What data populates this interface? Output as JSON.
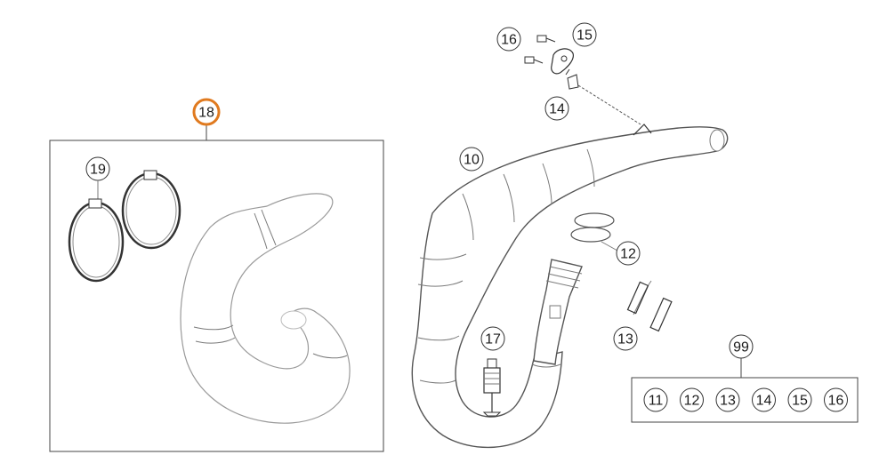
{
  "diagram": {
    "highlight_color": "#e07a1f",
    "callouts": {
      "c18": "18",
      "c19": "19",
      "c10": "10",
      "c16": "16",
      "c15": "15",
      "c14": "14",
      "c12": "12",
      "c13": "13",
      "c17": "17",
      "c99": "99"
    },
    "kit_items": [
      "11",
      "12",
      "13",
      "14",
      "15",
      "16"
    ]
  }
}
